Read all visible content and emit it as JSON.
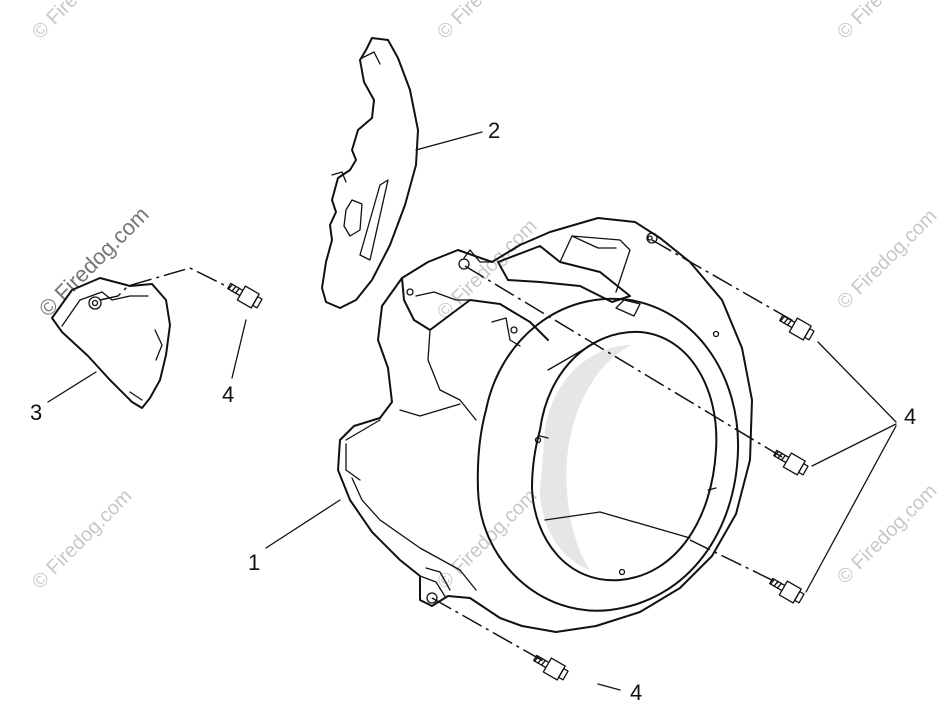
{
  "watermark": "© Firedog.com",
  "callouts": {
    "part1": "1",
    "part2": "2",
    "part3": "3",
    "part4_a": "4",
    "part4_b": "4",
    "part4_c": "4"
  }
}
